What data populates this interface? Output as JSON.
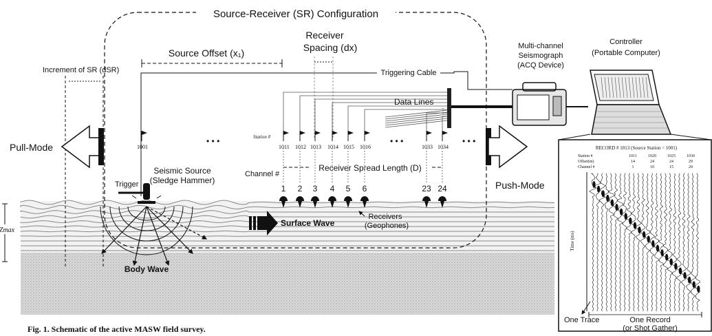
{
  "sr_config": "Source-Receiver (SR) Configuration",
  "increment": "Increment of SR (dSR)",
  "source_offset": "Source Offset (x₁)",
  "receiver_spacing_1": "Receiver",
  "receiver_spacing_2": "Spacing (dx)",
  "triggering_cable": "Triggering Cable",
  "data_lines": "Data Lines",
  "seismograph": [
    "Multi-channel",
    "Seismograph",
    "(ACQ Device)"
  ],
  "controller": [
    "Controller",
    "(Portable Computer)"
  ],
  "pull_mode": "Pull-Mode",
  "push_mode": "Push-Mode",
  "station_label": "Station #",
  "stations_left": "1001",
  "stations_right": [
    "1011",
    "1012",
    "1013",
    "1014",
    "1015",
    "1016",
    "1033",
    "1034"
  ],
  "ellipsis": "• • •",
  "seismic_source": [
    "Seismic Source",
    "(Sledge Hammer)"
  ],
  "trigger": "Trigger",
  "channel_label": "Channel #",
  "spread_length": "Receiver Spread Length (D)",
  "channels": [
    "1",
    "2",
    "3",
    "4",
    "5",
    "6",
    "23",
    "24"
  ],
  "receivers": [
    "Receivers",
    "(Geophones)"
  ],
  "surface_wave": "Surface Wave",
  "body_wave": "Body Wave",
  "zmax": "Zmax",
  "caption": "Fig. 1.  Schematic of the active MASW field survey.",
  "record": {
    "header": "RECORD # 1013 (Source Station = 1001)",
    "row_labels": [
      "Station #",
      "Offset(m)",
      "Channel #"
    ],
    "stations": [
      "1011",
      "1020",
      "1025",
      "1030"
    ],
    "offsets": [
      "14",
      "24",
      "24",
      "29"
    ],
    "chan": [
      "1",
      "10",
      "15",
      "20"
    ],
    "time_axis": "Time (ms)",
    "one_trace": "One Trace",
    "one_record": [
      "One Record",
      "(or Shot Gather)"
    ]
  }
}
